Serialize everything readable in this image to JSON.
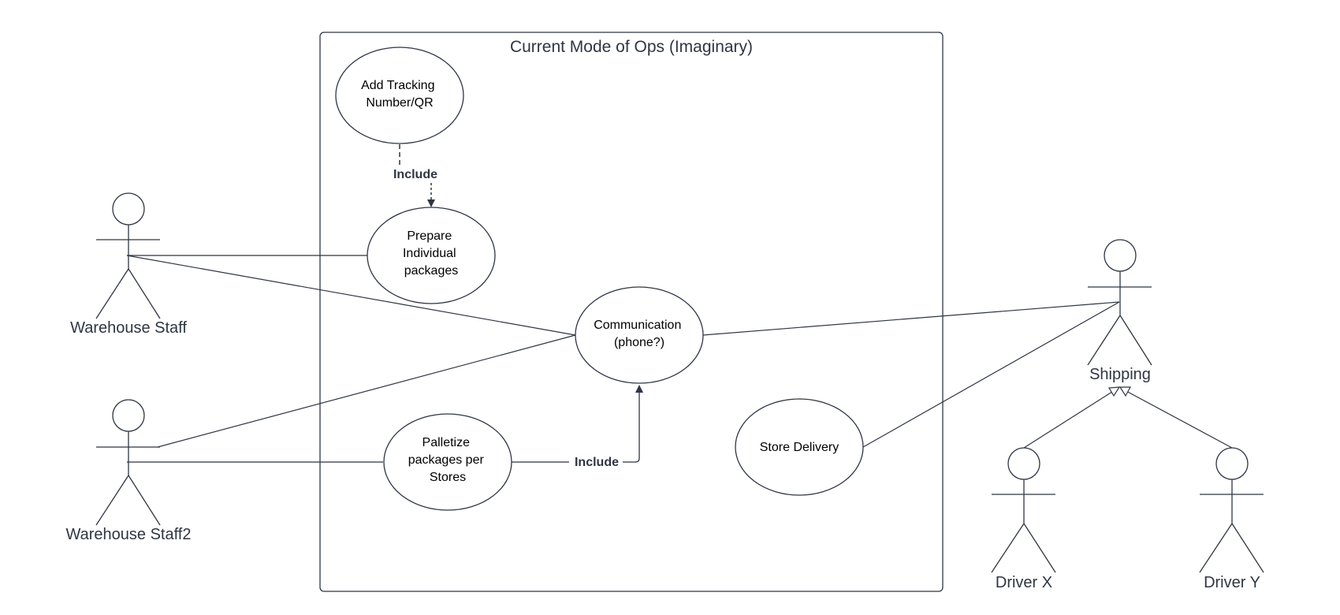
{
  "system": {
    "title": "Current Mode of Ops (Imaginary)"
  },
  "use_cases": {
    "add_tracking": {
      "lines": [
        "Add Tracking",
        "Number/QR"
      ]
    },
    "prepare_packages": {
      "lines": [
        "Prepare",
        "Individual",
        "packages"
      ]
    },
    "communication": {
      "lines": [
        "Communication",
        "(phone?)"
      ]
    },
    "palletize": {
      "lines": [
        "Palletize",
        "packages per",
        "Stores"
      ]
    },
    "store_delivery": {
      "lines": [
        "Store Delivery"
      ]
    }
  },
  "actors": {
    "warehouse_staff": {
      "label": "Warehouse Staff"
    },
    "warehouse_staff2": {
      "label": "Warehouse Staff2"
    },
    "shipping": {
      "label": "Shipping"
    },
    "driver_x": {
      "label": "Driver X"
    },
    "driver_y": {
      "label": "Driver Y"
    }
  },
  "relationships": {
    "include_tracking": "Include",
    "include_communication": "Include"
  },
  "colors": {
    "stroke": "#2f3542",
    "text": "#2f3542",
    "background": "#ffffff"
  }
}
